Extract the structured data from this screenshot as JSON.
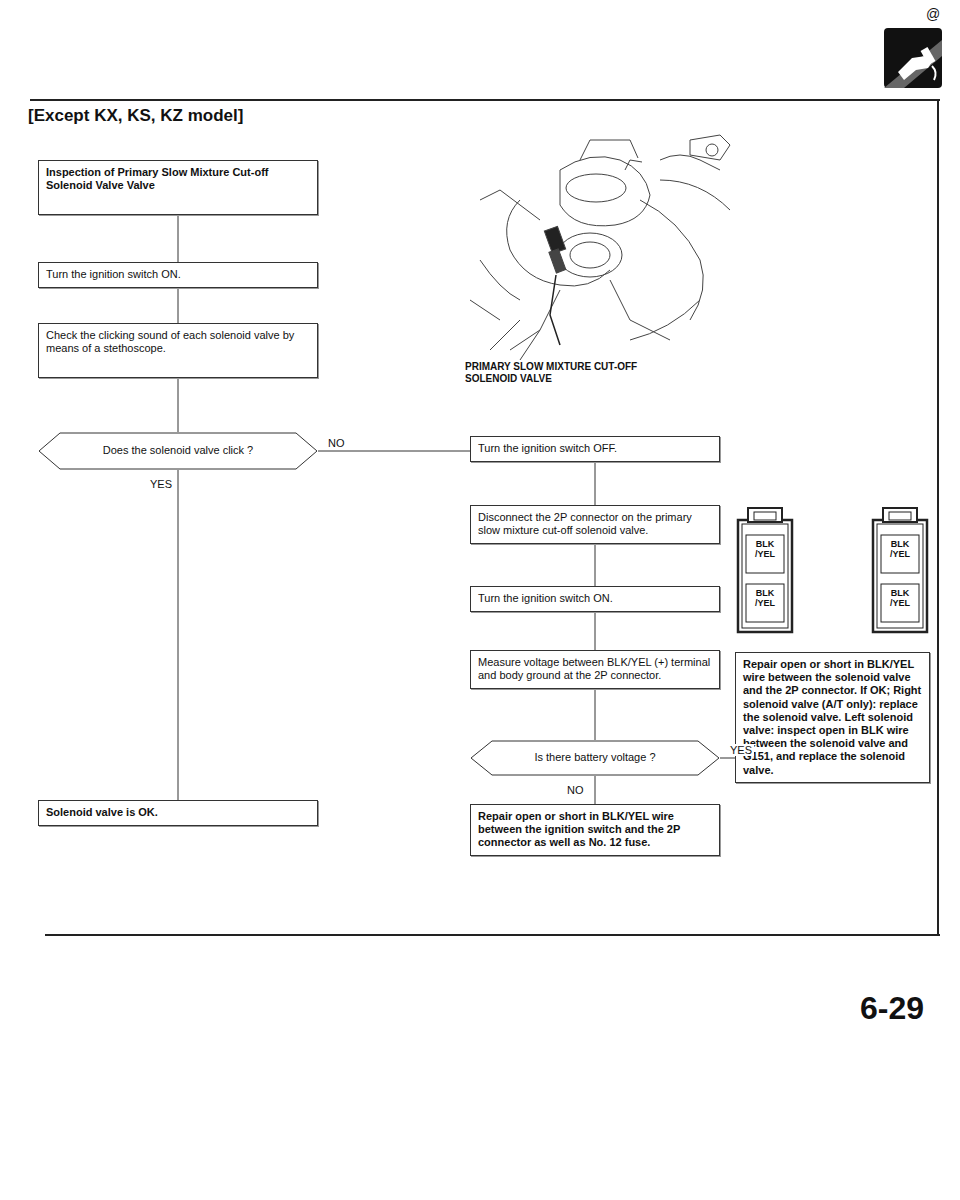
{
  "diagram": {
    "title": "[Except KX, KS, KZ model]",
    "nodes": [
      {
        "text": [
          "Inspection of Primary Slow Mixture Cut-off Solenoid Valve Valve"
        ]
      },
      {
        "text": [
          "Turn the ignition switch ON."
        ]
      },
      {
        "text": [
          "Check the clicking sound of each solenoid valve by means of a stethoscope."
        ]
      },
      {
        "text": [
          "Does the solenoid valve click ?"
        ]
      },
      {
        "text": [
          "Turn the ignition switch OFF."
        ]
      },
      {
        "text": [
          "Disconnect the 2P connector on the primary slow mixture cut-off solenoid valve."
        ]
      },
      {
        "text": [
          "Turn the ignition switch ON."
        ]
      },
      {
        "text": [
          "Measure voltage between BLK/YEL (+) terminal and body ground at the 2P connector."
        ]
      },
      {
        "text": [
          "Is there battery voltage ?"
        ]
      },
      {
        "text": [
          "Repair open or short in BLK/YEL wire between the solenoid valve and the 2P connector. If OK; Right solenoid valve (A/T only): replace the solenoid valve. Left solenoid valve: inspect open in BLK wire between the solenoid valve and G151, and replace the solenoid valve."
        ]
      },
      {
        "text": [
          "Repair open or short in BLK/YEL wire between the ignition switch and the 2P connector as well as No. 12 fuse."
        ]
      },
      {
        "text": [
          "Solenoid valve is OK."
        ]
      }
    ],
    "edges": [
      {
        "from": 0,
        "to": 1,
        "arrow": "none"
      },
      {
        "from": 1,
        "to": 2,
        "arrow": "none"
      },
      {
        "from": 2,
        "to": 3,
        "arrow": "none"
      },
      {
        "from": 3,
        "to": 4,
        "label": "NO",
        "arrow": "none"
      },
      {
        "from": 3,
        "to": 11,
        "label": "YES",
        "arrow": "none"
      },
      {
        "from": 4,
        "to": 5,
        "arrow": "none"
      },
      {
        "from": 5,
        "to": 6,
        "arrow": "none"
      },
      {
        "from": 6,
        "to": 7,
        "arrow": "none"
      },
      {
        "from": 7,
        "to": 8,
        "arrow": "none"
      },
      {
        "from": 8,
        "to": 9,
        "label": "YES",
        "arrow": "none"
      },
      {
        "from": 8,
        "to": 10,
        "label": "NO",
        "arrow": "none"
      }
    ],
    "labels": [
      "PRIMARY SLOW MIXTURE CUT-OFF SOLENOID VALVE",
      "BLK /YEL",
      "BLK /YEL",
      "BLK /YEL",
      "BLK /YEL",
      "6-29",
      "@"
    ]
  }
}
